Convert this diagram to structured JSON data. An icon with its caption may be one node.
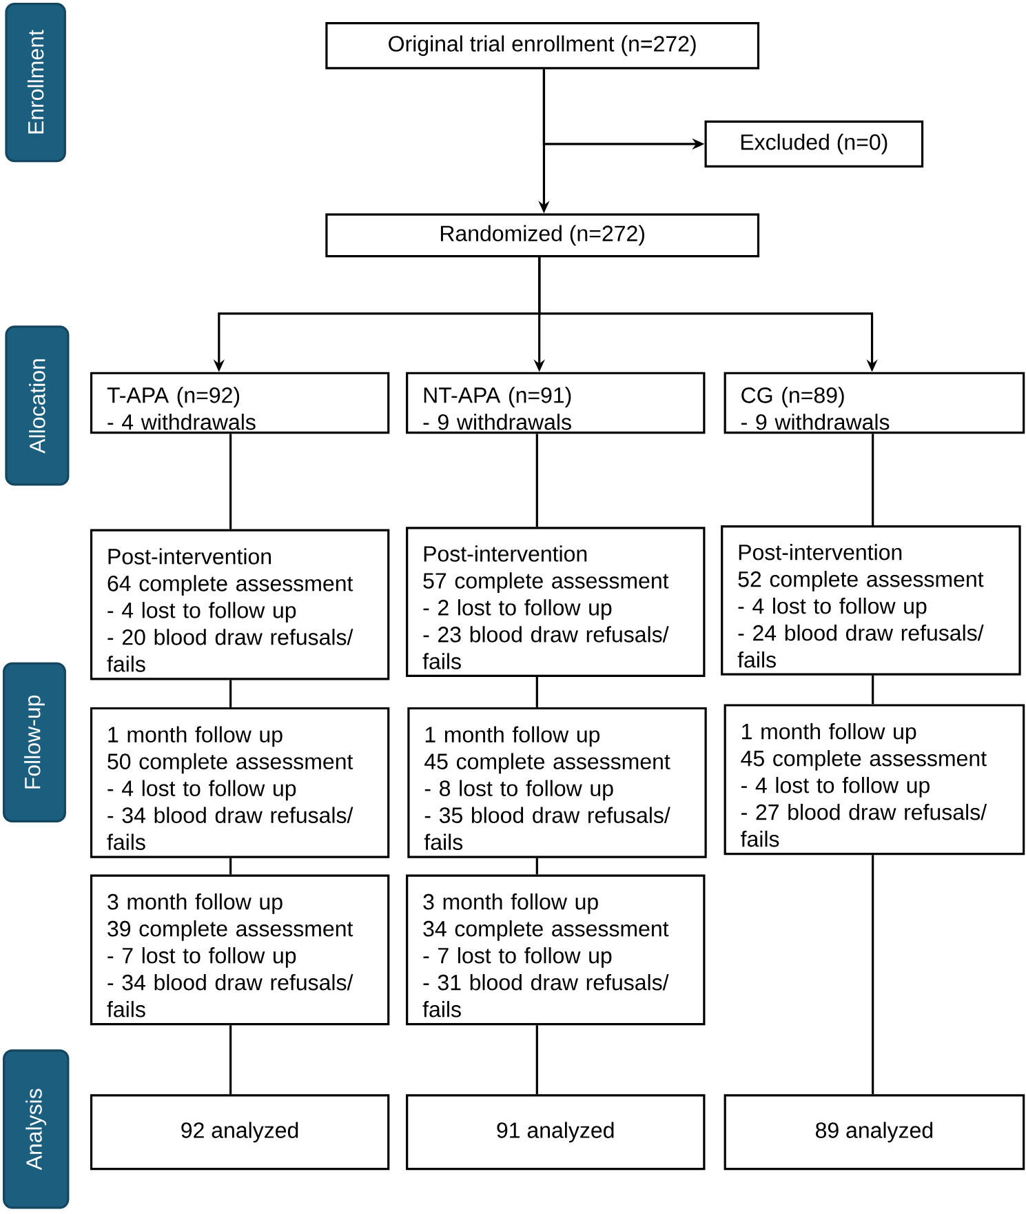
{
  "diagram": {
    "nodes": [
      {
        "text": [
          "Enrollment"
        ]
      },
      {
        "text": [
          "Allocation"
        ]
      },
      {
        "text": [
          "Follow-up"
        ]
      },
      {
        "text": [
          "Analysis"
        ]
      },
      {
        "text": [
          "Original trial enrollment (n=272)"
        ]
      },
      {
        "text": [
          "Excluded (n=0)"
        ]
      },
      {
        "text": [
          "Randomized (n=272)"
        ]
      },
      {
        "text": [
          "T-APA (n=92)",
          "- 4 withdrawals"
        ]
      },
      {
        "text": [
          "NT-APA (n=91)",
          "- 9 withdrawals"
        ]
      },
      {
        "text": [
          "CG (n=89)",
          "- 9 withdrawals"
        ]
      },
      {
        "text": [
          "Post-intervention",
          "64 complete assessment",
          "- 4 lost to follow up",
          "- 20 blood draw refusals/ fails"
        ]
      },
      {
        "text": [
          "Post-intervention",
          "57 complete assessment",
          "- 2 lost to follow up",
          "- 23 blood draw refusals/ fails"
        ]
      },
      {
        "text": [
          "Post-intervention",
          "52 complete assessment",
          "- 4 lost to follow up",
          "- 24 blood draw refusals/ fails"
        ]
      },
      {
        "text": [
          "1 month follow up",
          "50 complete assessment",
          "- 4 lost to follow up",
          "- 34 blood draw refusals/ fails"
        ]
      },
      {
        "text": [
          "1 month follow up",
          "45 complete assessment",
          "- 8 lost to follow up",
          "- 35 blood draw refusals/ fails"
        ]
      },
      {
        "text": [
          "1 month follow up",
          "45 complete assessment",
          "- 4 lost to follow up",
          "- 27 blood draw refusals/ fails"
        ]
      },
      {
        "text": [
          "3 month follow up",
          "39 complete assessment",
          "- 7 lost to follow up",
          "- 34 blood draw refusals/ fails"
        ]
      },
      {
        "text": [
          "3 month follow up",
          "34 complete assessment",
          "- 7 lost to follow up",
          "- 31 blood draw refusals/ fails"
        ]
      },
      {
        "text": [
          "92 analyzed"
        ]
      },
      {
        "text": [
          "91 analyzed"
        ]
      },
      {
        "text": [
          "89 analyzed"
        ]
      }
    ],
    "edges": [
      {
        "from": 4,
        "to": 6,
        "arrow": "to"
      },
      {
        "from": 4,
        "to": 5,
        "arrow": "to"
      },
      {
        "from": 6,
        "to": 7,
        "arrow": "to"
      },
      {
        "from": 6,
        "to": 8,
        "arrow": "to"
      },
      {
        "from": 6,
        "to": 9,
        "arrow": "to"
      },
      {
        "from": 7,
        "to": 10,
        "arrow": "none"
      },
      {
        "from": 10,
        "to": 13,
        "arrow": "none"
      },
      {
        "from": 13,
        "to": 16,
        "arrow": "none"
      },
      {
        "from": 16,
        "to": 18,
        "arrow": "none"
      },
      {
        "from": 8,
        "to": 11,
        "arrow": "none"
      },
      {
        "from": 11,
        "to": 14,
        "arrow": "none"
      },
      {
        "from": 14,
        "to": 17,
        "arrow": "none"
      },
      {
        "from": 17,
        "to": 19,
        "arrow": "none"
      },
      {
        "from": 9,
        "to": 12,
        "arrow": "none"
      },
      {
        "from": 12,
        "to": 15,
        "arrow": "none"
      },
      {
        "from": 15,
        "to": 20,
        "arrow": "none"
      }
    ]
  }
}
